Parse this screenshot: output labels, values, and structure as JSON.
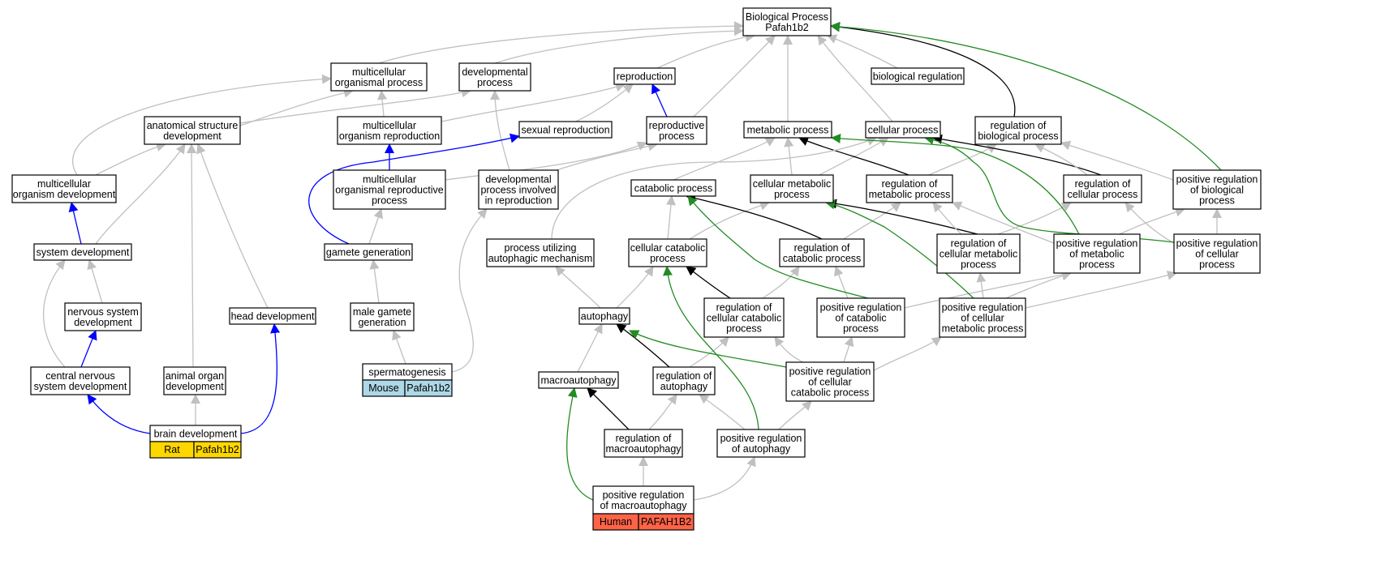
{
  "colors": {
    "gray_edge": "#c0c0c0",
    "blue_edge": "#0000ff",
    "black_edge": "#000000",
    "green_edge": "#228b22",
    "species_mouse": "#add8e6",
    "species_rat": "#ffd700",
    "species_human": "#ff6347"
  },
  "nodes": {
    "root": {
      "lines": [
        "Biological Process",
        "Pafah1b2"
      ]
    },
    "mop": {
      "lines": [
        "multicellular",
        "organismal process"
      ]
    },
    "devp": {
      "lines": [
        "developmental",
        "process"
      ]
    },
    "repro": {
      "lines": [
        "reproduction"
      ]
    },
    "bioreg": {
      "lines": [
        "biological regulation"
      ]
    },
    "asd": {
      "lines": [
        "anatomical structure",
        "development"
      ]
    },
    "morep": {
      "lines": [
        "multicellular",
        "organism reproduction"
      ]
    },
    "sexrep": {
      "lines": [
        "sexual reproduction"
      ]
    },
    "repp": {
      "lines": [
        "reproductive",
        "process"
      ]
    },
    "metp": {
      "lines": [
        "metabolic process"
      ]
    },
    "cellp": {
      "lines": [
        "cellular process"
      ]
    },
    "regbp": {
      "lines": [
        "regulation of",
        "biological process"
      ]
    },
    "mod": {
      "lines": [
        "multicellular",
        "organism development"
      ]
    },
    "morp": {
      "lines": [
        "multicellular",
        "organismal reproductive",
        "process"
      ]
    },
    "dpir": {
      "lines": [
        "developmental",
        "process involved",
        "in reproduction"
      ]
    },
    "catp": {
      "lines": [
        "catabolic process"
      ]
    },
    "cmetp": {
      "lines": [
        "cellular metabolic",
        "process"
      ]
    },
    "regmetp": {
      "lines": [
        "regulation of",
        "metabolic process"
      ]
    },
    "regcp": {
      "lines": [
        "regulation of",
        "cellular process"
      ]
    },
    "posregbp": {
      "lines": [
        "positive regulation",
        "of biological",
        "process"
      ]
    },
    "sysdev": {
      "lines": [
        "system development"
      ]
    },
    "gamgen": {
      "lines": [
        "gamete generation"
      ]
    },
    "puam": {
      "lines": [
        "process utilizing",
        "autophagic mechanism"
      ]
    },
    "ccatp": {
      "lines": [
        "cellular catabolic",
        "process"
      ]
    },
    "regcatp": {
      "lines": [
        "regulation of",
        "catabolic process"
      ]
    },
    "regcmetp": {
      "lines": [
        "regulation of",
        "cellular metabolic",
        "process"
      ]
    },
    "posregmetp": {
      "lines": [
        "positive regulation",
        "of metabolic",
        "process"
      ]
    },
    "posregcp": {
      "lines": [
        "positive regulation",
        "of cellular",
        "process"
      ]
    },
    "nsd": {
      "lines": [
        "nervous system",
        "development"
      ]
    },
    "headdev": {
      "lines": [
        "head development"
      ]
    },
    "mgg": {
      "lines": [
        "male gamete",
        "generation"
      ]
    },
    "autoph": {
      "lines": [
        "autophagy"
      ]
    },
    "regccatp": {
      "lines": [
        "regulation of",
        "cellular catabolic",
        "process"
      ]
    },
    "posregcatp": {
      "lines": [
        "positive regulation",
        "of catabolic",
        "process"
      ]
    },
    "posregcmetp": {
      "lines": [
        "positive regulation",
        "of cellular",
        "metabolic process"
      ]
    },
    "cnsd": {
      "lines": [
        "central nervous",
        "system development"
      ]
    },
    "aod": {
      "lines": [
        "animal organ",
        "development"
      ]
    },
    "sperm": {
      "lines": [
        "spermatogenesis"
      ]
    },
    "macroaut": {
      "lines": [
        "macroautophagy"
      ]
    },
    "regaut": {
      "lines": [
        "regulation of",
        "autophagy"
      ]
    },
    "posregccatp": {
      "lines": [
        "positive regulation",
        "of cellular",
        "catabolic process"
      ]
    },
    "braindev": {
      "lines": [
        "brain development"
      ]
    },
    "regmacro": {
      "lines": [
        "regulation of",
        "macroautophagy"
      ]
    },
    "posregaut": {
      "lines": [
        "positive regulation",
        "of autophagy"
      ]
    },
    "posregmacro": {
      "lines": [
        "positive regulation",
        "of macroautophagy"
      ]
    }
  },
  "annotations": {
    "mouse": {
      "species": "Mouse",
      "gene": "Pafah1b2"
    },
    "rat": {
      "species": "Rat",
      "gene": "Pafah1b2"
    },
    "human": {
      "species": "Human",
      "gene": "PAFAH1B2"
    }
  }
}
